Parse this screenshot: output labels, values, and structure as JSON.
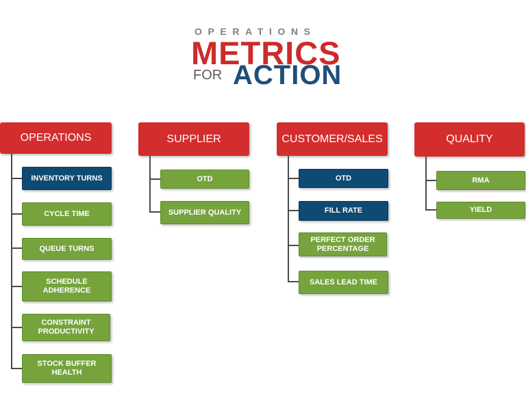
{
  "title": {
    "top": "OPERATIONS",
    "metrics": "METRICS",
    "for": "FOR",
    "action": "ACTION"
  },
  "colors": {
    "header_red": "#d42d2d",
    "green": "#77a33d",
    "blue": "#0f4a73",
    "title_red": "#cc2b2b",
    "title_blue": "#1f4e79"
  },
  "columns": [
    {
      "header": "OPERATIONS",
      "items": [
        {
          "label": "INVENTORY TURNS",
          "color": "blue"
        },
        {
          "label": "CYCLE TIME",
          "color": "green"
        },
        {
          "label": "QUEUE TURNS",
          "color": "green"
        },
        {
          "label": "SCHEDULE ADHERENCE",
          "color": "green"
        },
        {
          "label": "CONSTRAINT PRODUCTIVITY",
          "color": "green"
        },
        {
          "label": "STOCK BUFFER HEALTH",
          "color": "green"
        }
      ]
    },
    {
      "header": "SUPPLIER",
      "items": [
        {
          "label": "OTD",
          "color": "green"
        },
        {
          "label": "SUPPLIER QUALITY",
          "color": "green"
        }
      ]
    },
    {
      "header": "CUSTOMER/SALES",
      "items": [
        {
          "label": "OTD",
          "color": "blue"
        },
        {
          "label": "FILL RATE",
          "color": "blue"
        },
        {
          "label": "PERFECT ORDER PERCENTAGE",
          "color": "green"
        },
        {
          "label": "SALES LEAD TIME",
          "color": "green"
        }
      ]
    },
    {
      "header": "QUALITY",
      "items": [
        {
          "label": "RMA",
          "color": "green"
        },
        {
          "label": "YIELD",
          "color": "green"
        }
      ]
    }
  ]
}
